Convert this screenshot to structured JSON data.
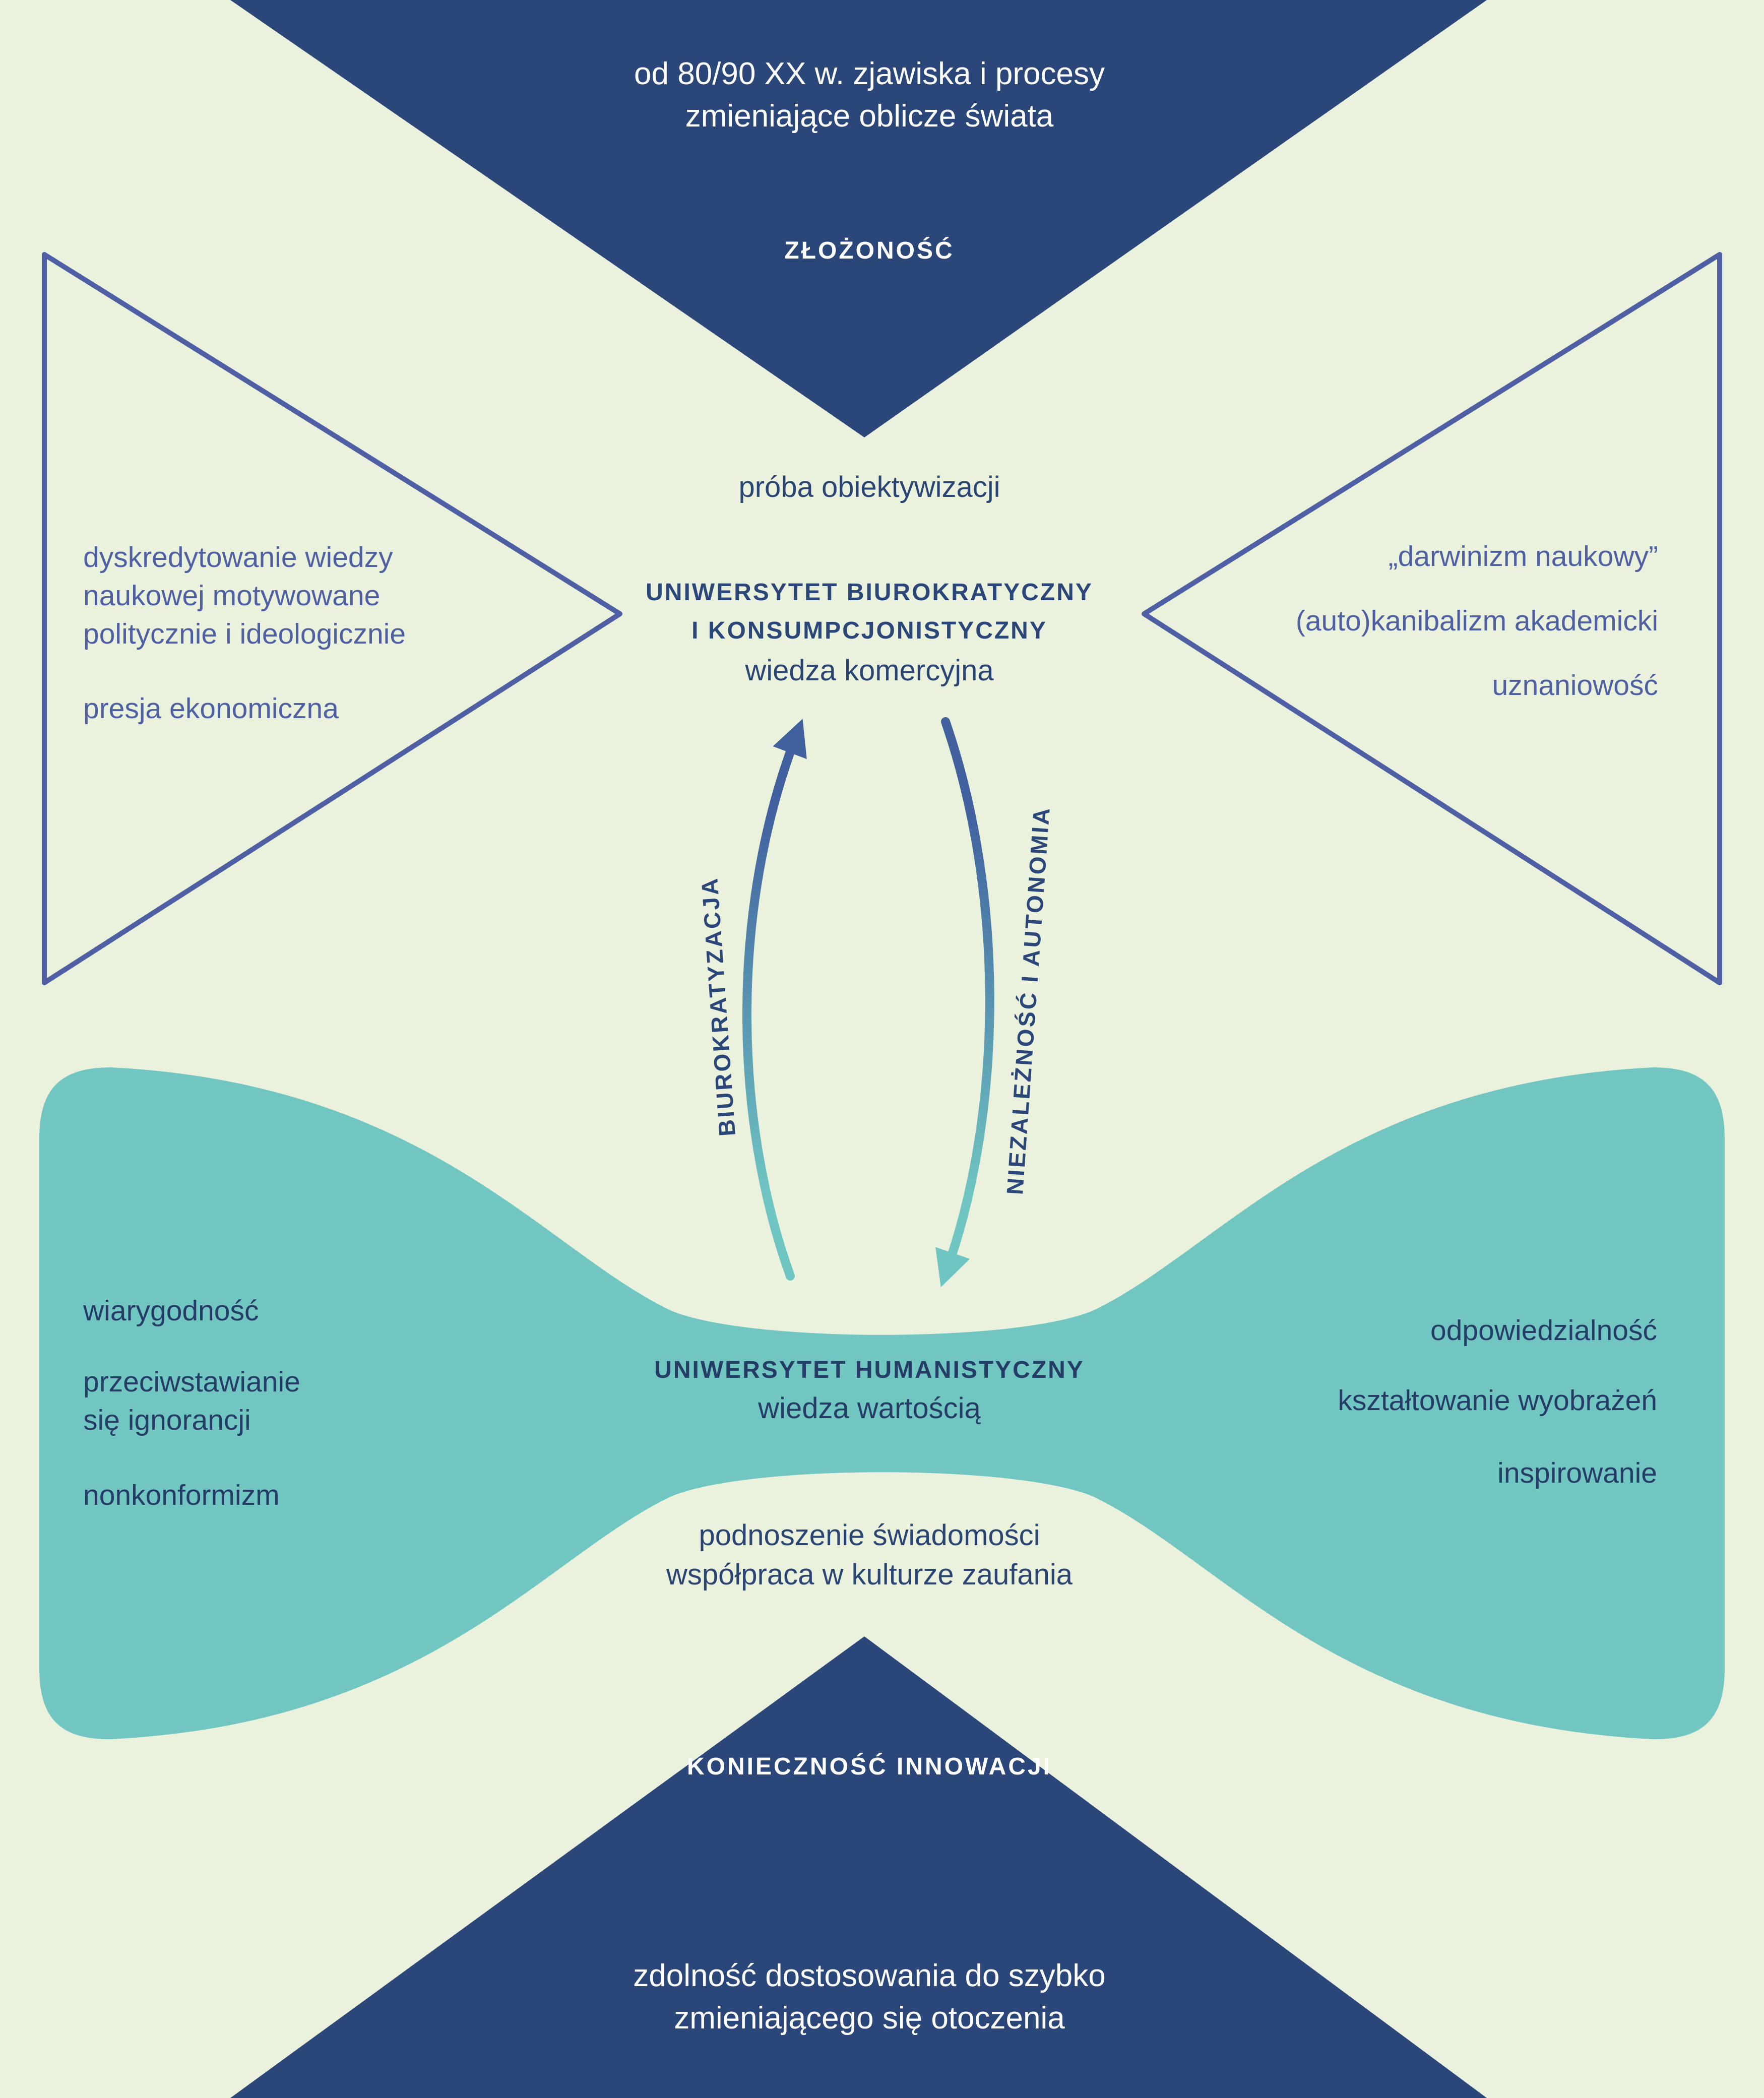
{
  "colors": {
    "background": "#eaf1dd",
    "navy": "#2b4779",
    "indigo_outline": "#4e5fa4",
    "teal": "#72c6c2",
    "dark_text": "#253c66",
    "white": "#ffffff",
    "arrow_navy": "#41609e",
    "arrow_teal": "#6fc5c2"
  },
  "top_triangle": {
    "heading": [
      "od 80/90 XX w. zjawiska i procesy",
      "zmieniające oblicze świata"
    ],
    "label": "ZŁOŻONOŚĆ"
  },
  "center_top": {
    "intro": "próba obiektywizacji",
    "title": [
      "UNIWERSYTET BIUROKRATYCZNY",
      "I KONSUMPCJONISTYCZNY"
    ],
    "subtitle": "wiedza komercyjna"
  },
  "left_triangle": {
    "block1": [
      "dyskredytowanie wiedzy",
      "naukowej motywowane",
      "politycznie i ideologicznie"
    ],
    "block2": "presja ekonomiczna"
  },
  "right_triangle": {
    "items": [
      "„darwinizm naukowy”",
      "(auto)kanibalizm akademicki",
      "uznaniowość"
    ]
  },
  "arrows": {
    "up_label": "BIUROKRATYZACJA",
    "down_label": "NIEZALEŻNOŚĆ I AUTONOMIA"
  },
  "humanistic": {
    "left_item1": "wiarygodność",
    "left_item2": [
      "przeciwstawianie",
      "się ignorancji"
    ],
    "left_item3": "nonkonformizm",
    "title": "UNIWERSYTET HUMANISTYCZNY",
    "subtitle": "wiedza wartością",
    "right_item1": "odpowiedzialność",
    "right_item2": "kształtowanie wyobrażeń",
    "right_item3": "inspirowanie",
    "bottom": [
      "podnoszenie świadomości",
      "współpraca w kulturze zaufania"
    ]
  },
  "bottom_triangle": {
    "label": "KONIECZNOŚĆ  INNOWACJI",
    "heading": [
      "zdolność dostosowania do szybko",
      "zmieniającego się otoczenia"
    ]
  }
}
